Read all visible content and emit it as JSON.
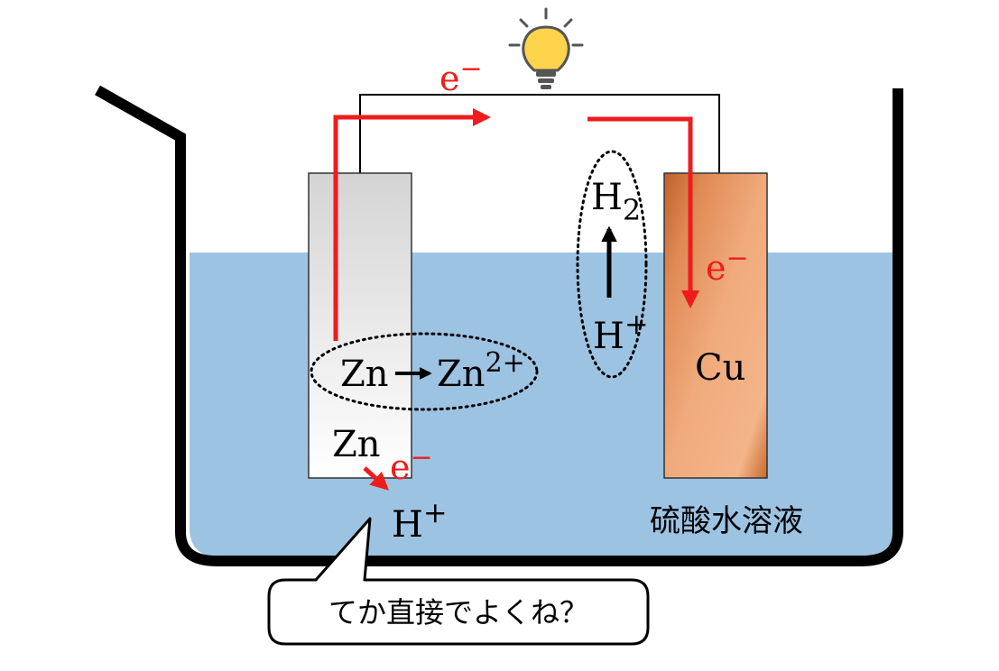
{
  "labels": {
    "electron_top": "e",
    "electron_right": "e",
    "electron_zn": "e",
    "electron_sign": "−",
    "h2_H": "H",
    "h2_sub": "2",
    "h_plus_top_H": "H",
    "h_plus_top_sign": "+",
    "zn_reactant": "Zn",
    "zn_product": "Zn",
    "zn_product_charge": "2+",
    "zn_electrode": "Zn",
    "cu_electrode": "Cu",
    "h_plus_bottom_H": "H",
    "h_plus_bottom_sign": "+",
    "solution": "硫酸水溶液"
  },
  "callout": {
    "text": "てか直接でよくね？"
  },
  "colors": {
    "water": "#9dc3e3",
    "electron_path": "#ee1c1c",
    "beaker": "#000000",
    "zinc_light": "#ffffff",
    "zinc_dark": "#d8d8d8",
    "copper_light": "#f4b58a",
    "copper_dark": "#c0602a",
    "bulb": "#ffd44d"
  }
}
